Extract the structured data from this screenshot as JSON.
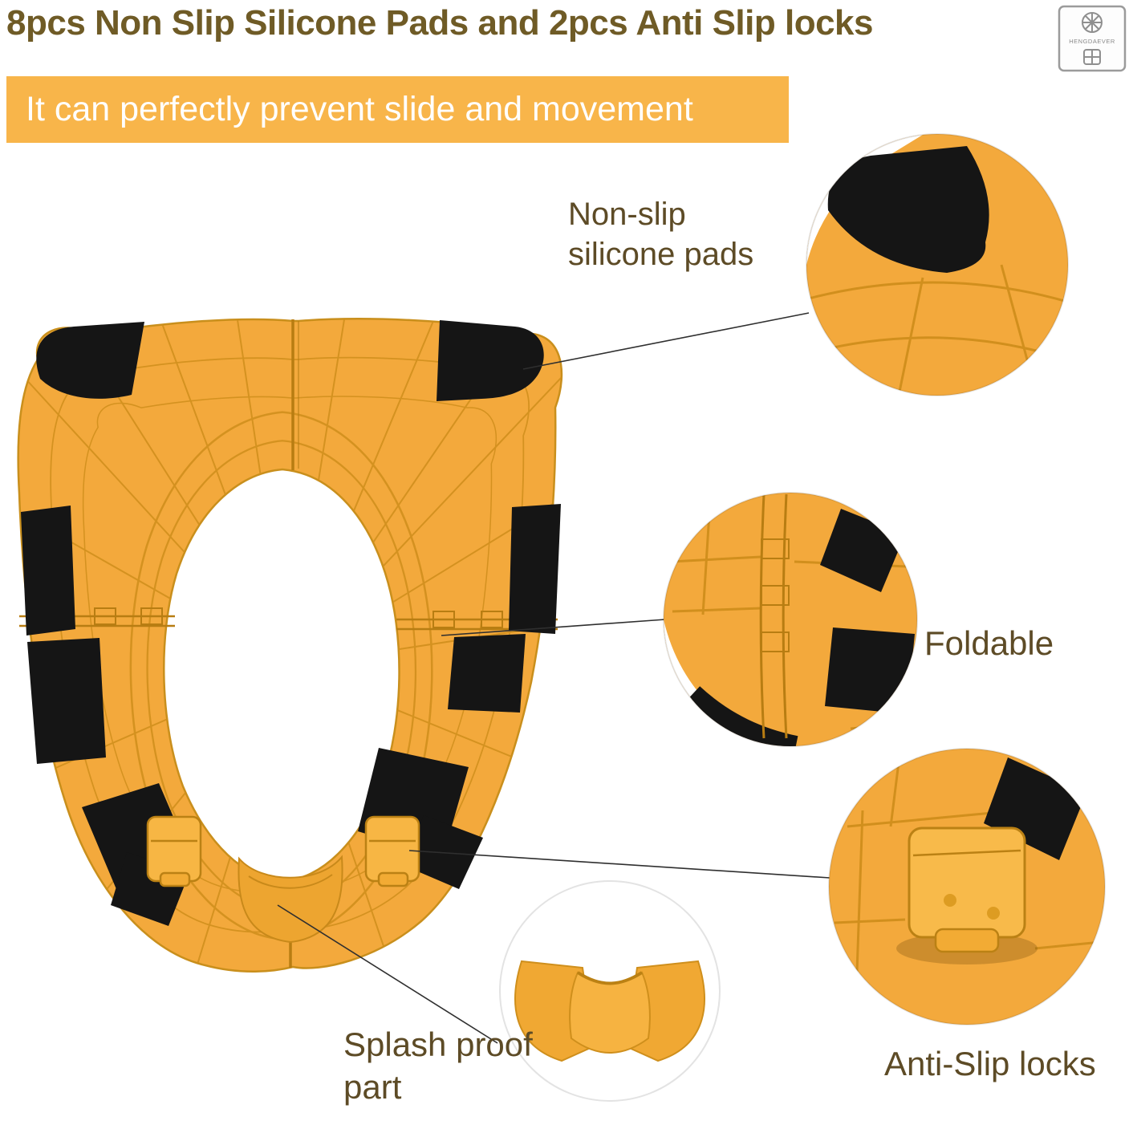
{
  "header": {
    "title": "8pcs Non Slip Silicone Pads and 2pcs Anti Slip locks",
    "banner": "It can perfectly prevent slide and movement"
  },
  "logo": {
    "text": "HENGDAEVER"
  },
  "labels": {
    "non_slip": "Non-slip silicone pads",
    "foldable": "Foldable",
    "anti_slip": "Anti-Slip locks",
    "splash": "Splash proof part"
  },
  "colors": {
    "title_text": "#6f5b26",
    "banner_bg": "#f8b54a",
    "banner_text": "#ffffff",
    "label_text": "#5d4b26",
    "product_yellow": "#f3a93c",
    "grid_line": "#d18f1d",
    "seam_line": "#b87d12",
    "pad_black": "#151515",
    "leader_line": "#2f2f2f"
  }
}
